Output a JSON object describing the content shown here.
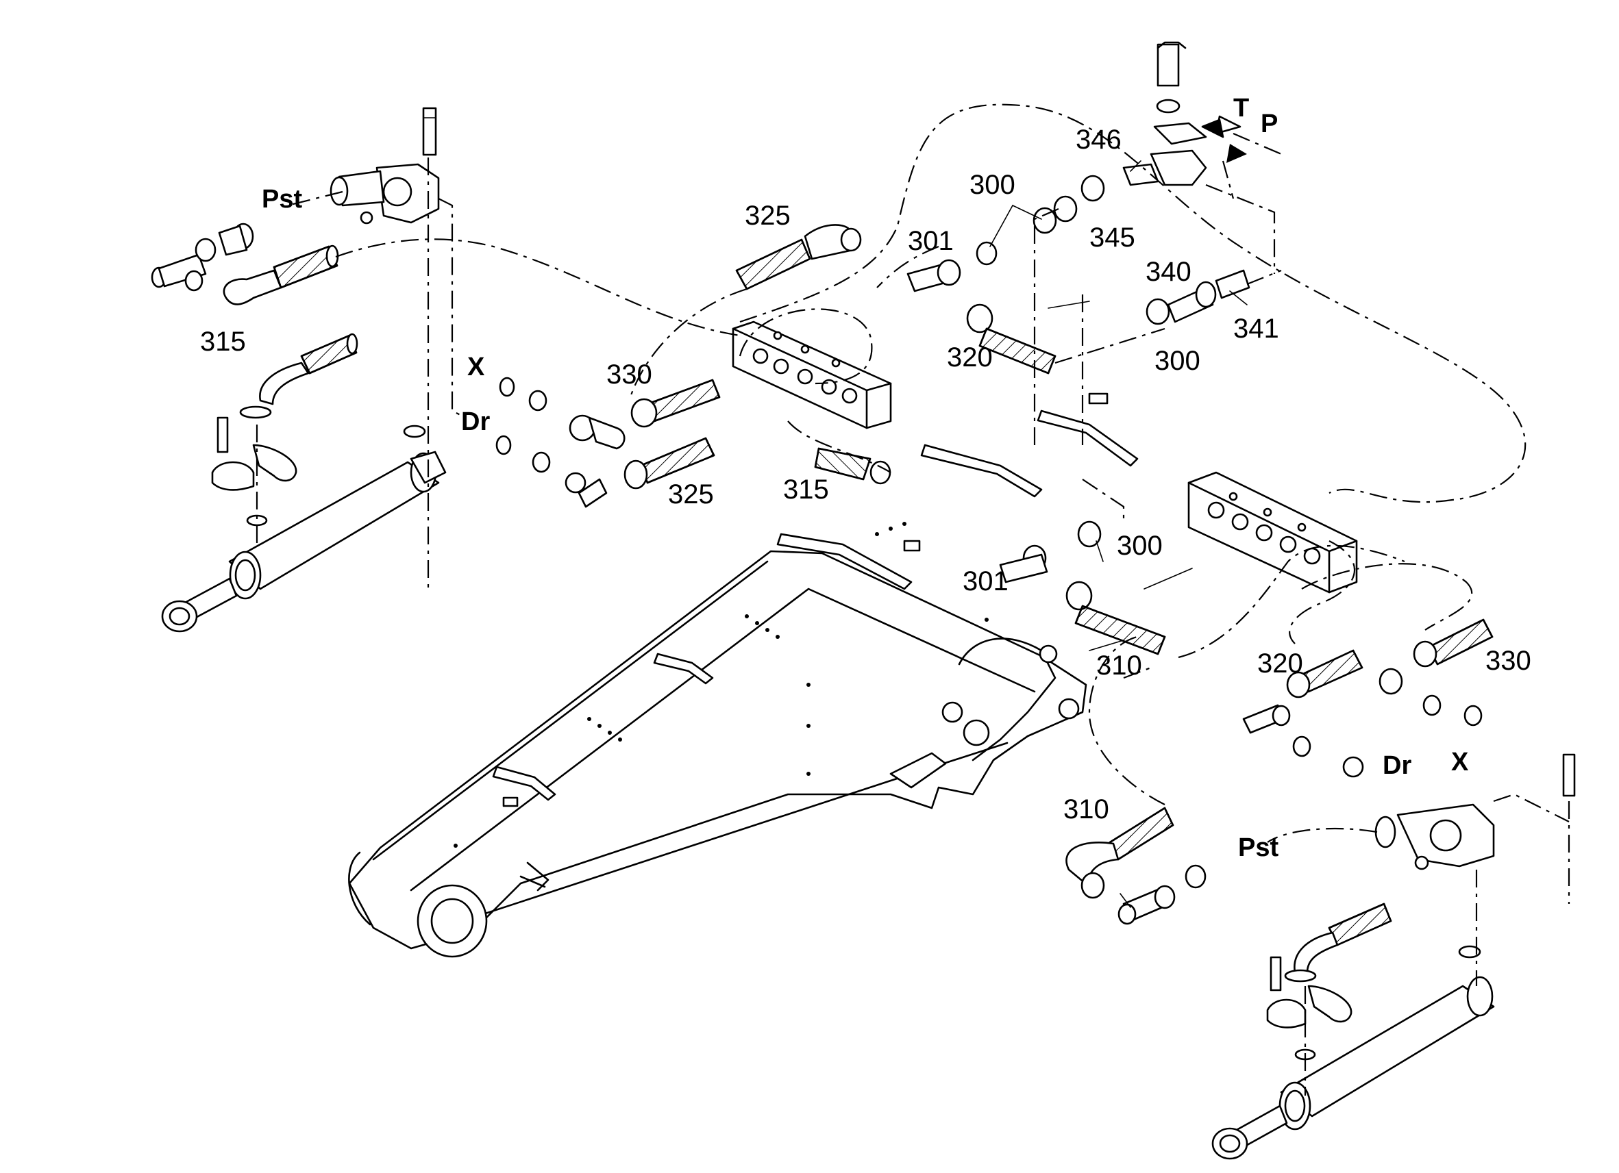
{
  "diagram": {
    "callouts": {
      "c_315_left": "315",
      "c_330_left": "330",
      "c_325_left": "325",
      "c_325_top": "325",
      "c_315_mid": "315",
      "c_300_top": "300",
      "c_301_top": "301",
      "c_320_top": "320",
      "c_346": "346",
      "c_345": "345",
      "c_340": "340",
      "c_341": "341",
      "c_300_right": "300",
      "c_300_mid": "300",
      "c_301_mid": "301",
      "c_310_mid": "310",
      "c_320_right": "320",
      "c_330_right": "330",
      "c_310_low": "310"
    },
    "ports": {
      "pst_left": "Pst",
      "x_left": "X",
      "dr_left": "Dr",
      "t_port": "T",
      "p_port": "P",
      "dr_right": "Dr",
      "x_right": "X",
      "pst_right": "Pst"
    }
  }
}
